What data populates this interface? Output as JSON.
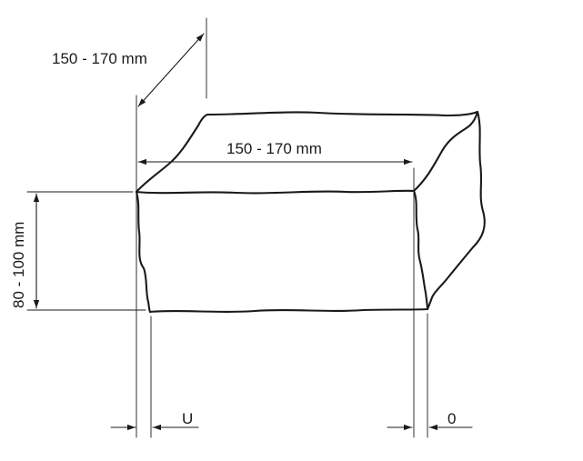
{
  "diagram": {
    "labels": {
      "depth": "150 - 170 mm",
      "width": "150 - 170 mm",
      "height": "80 - 100 mm",
      "left_tolerance": "U",
      "right_tolerance": "0"
    },
    "colors": {
      "ink": "#1a1a1a",
      "background": "#ffffff"
    }
  }
}
